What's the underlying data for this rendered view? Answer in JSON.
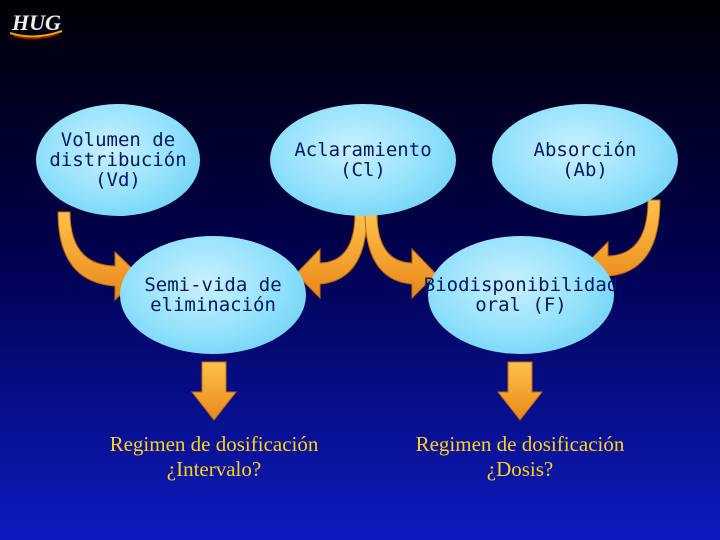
{
  "logo": {
    "text": "HUG"
  },
  "nodes": {
    "volumen": "Volumen de\ndistribución\n(Vd)",
    "aclaramiento": "Aclaramiento\n(Cl)",
    "absorcion": "Absorción\n(Ab)",
    "semivida": "Semi-vida de\neliminación",
    "biodisponibilidad": "Biodisponibilidad\noral (F)"
  },
  "outcomes": {
    "intervalo": "Regimen de dosificación\n¿Intervalo?",
    "dosis": "Regimen de dosificación\n¿Dosis?"
  },
  "colors": {
    "background_top": "#000004",
    "background_bottom": "#0d1bbf",
    "ellipse_fill": "#8fe0fb",
    "node_text": "#001a66",
    "arrow": "#f5a623",
    "outcome_text": "#ffd21a"
  }
}
